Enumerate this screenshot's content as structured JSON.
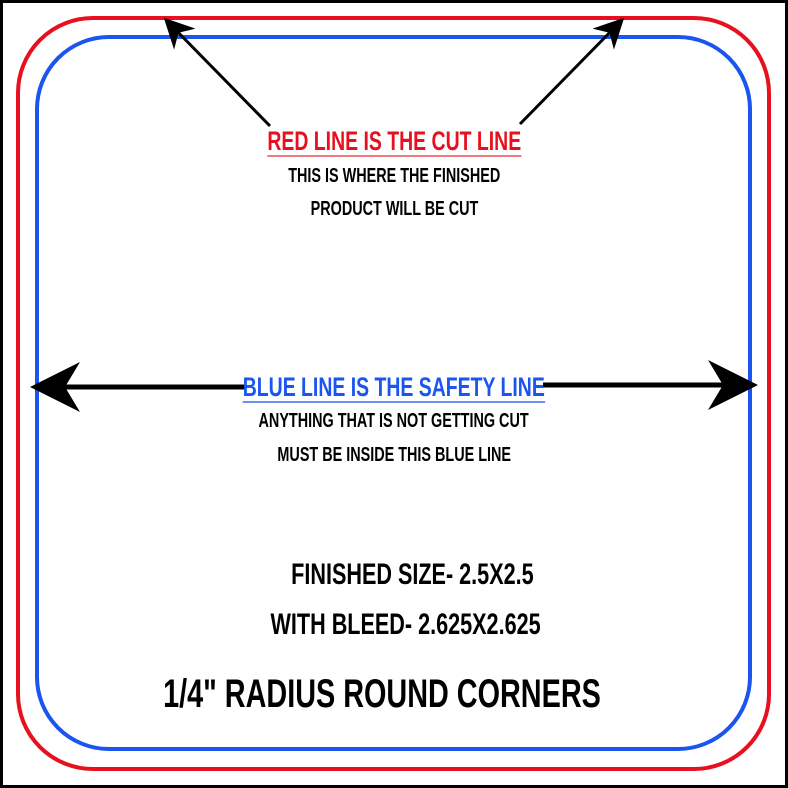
{
  "cut_line": {
    "heading": "RED LINE IS THE CUT LINE",
    "line1": "THIS IS WHERE THE FINISHED",
    "line2": "PRODUCT WILL BE CUT",
    "color": "#e8101f"
  },
  "safety_line": {
    "heading": "BLUE LINE IS THE SAFETY LINE",
    "line1": "ANYTHING THAT IS NOT GETTING CUT",
    "line2": "MUST BE INSIDE THIS BLUE LINE",
    "color": "#1a55f0"
  },
  "specs": {
    "finished_size": "FINISHED SIZE- 2.5X2.5",
    "with_bleed": "WITH BLEED- 2.625X2.625",
    "corners": "1/4\" RADIUS ROUND CORNERS"
  }
}
